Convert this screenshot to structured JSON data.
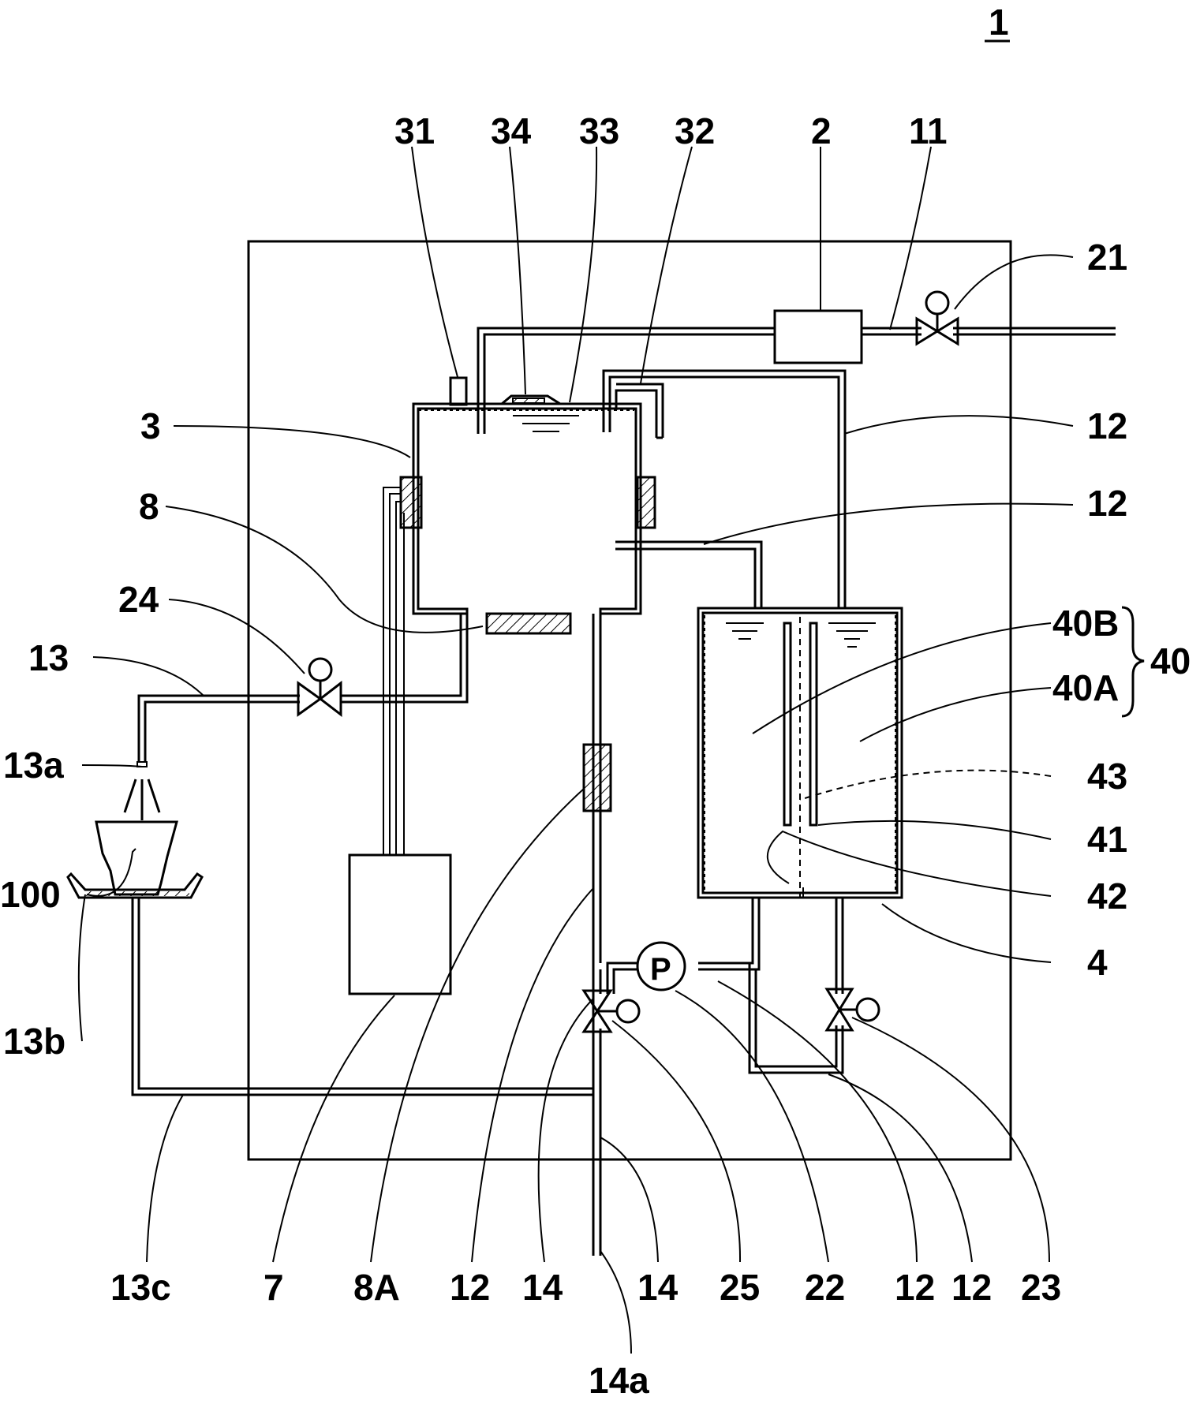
{
  "figure_number": "1",
  "labels": {
    "l31": "31",
    "l34": "34",
    "l33": "33",
    "l32": "32",
    "l2": "2",
    "l11": "11",
    "l21": "21",
    "l3": "3",
    "l12a": "12",
    "l12b": "12",
    "l8": "8",
    "l24": "24",
    "l13": "13",
    "l13a": "13a",
    "l100": "100",
    "l13b": "13b",
    "l40B": "40B",
    "l40A": "40A",
    "l40": "40",
    "l43": "43",
    "l41": "41",
    "l42": "42",
    "l4": "4",
    "pump": "P",
    "b13c": "13c",
    "b7": "7",
    "b8A": "8A",
    "b12a": "12",
    "b14a": "14",
    "b14b": "14",
    "b25": "25",
    "b22": "22",
    "b12b": "12",
    "b12c": "12",
    "b23": "23",
    "b14x": "14a"
  }
}
